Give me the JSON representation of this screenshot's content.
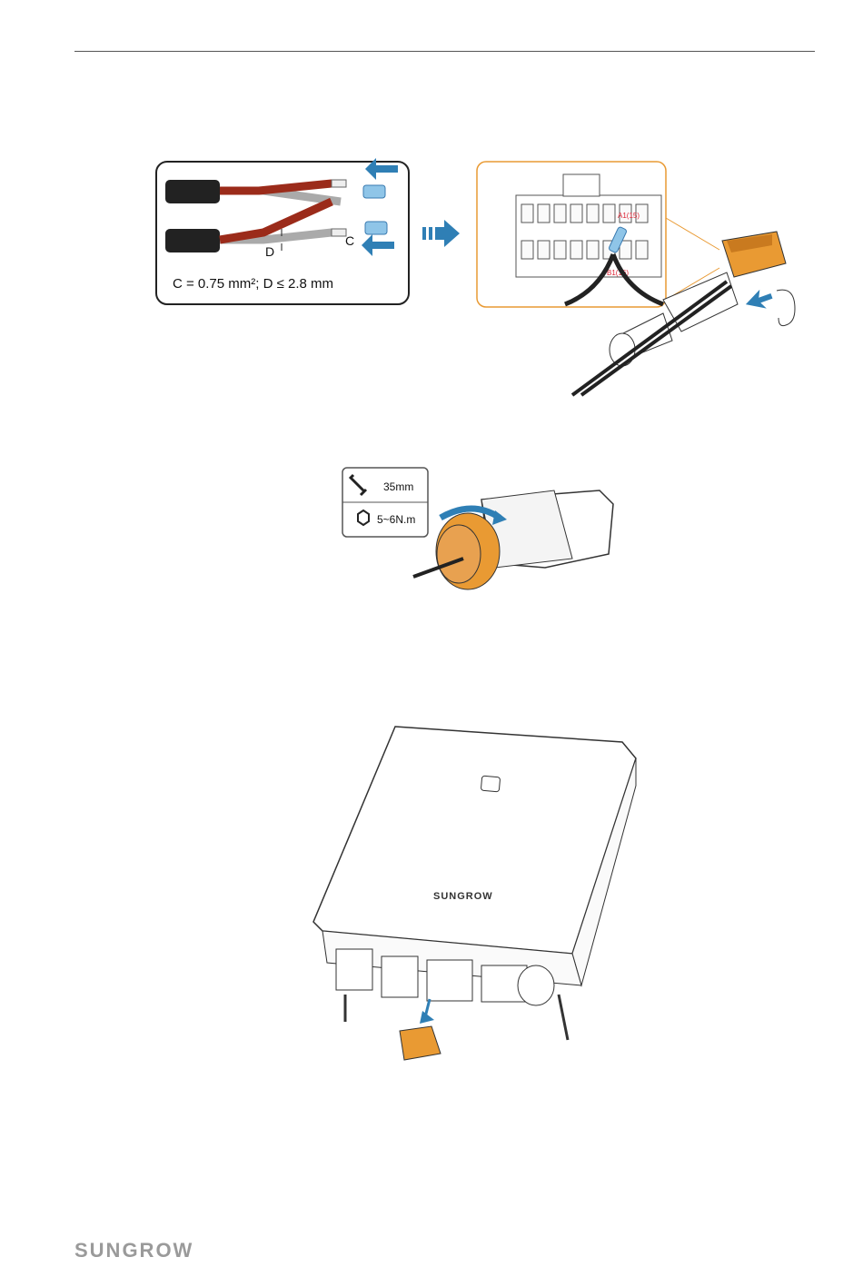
{
  "header": {
    "rule": true
  },
  "figure1": {
    "panel_left": {
      "label_c": "C",
      "label_d": "D",
      "spec_formula": "C = 0.75 mm²; D ≤ 2.8 mm"
    },
    "panel_right": {
      "pin_top": "A1(15)",
      "pin_bottom": "B1(16)"
    }
  },
  "figure2": {
    "tool_size": "35mm",
    "torque": "5~6N.m"
  },
  "figure3": {
    "device_brand": "SUNGROW"
  },
  "footer": {
    "logo_text": "SUNGROW"
  },
  "colors": {
    "accent_blue": "#2f7fb5",
    "connector_orange": "#e99a33",
    "wire_red": "#9b2b1a"
  }
}
